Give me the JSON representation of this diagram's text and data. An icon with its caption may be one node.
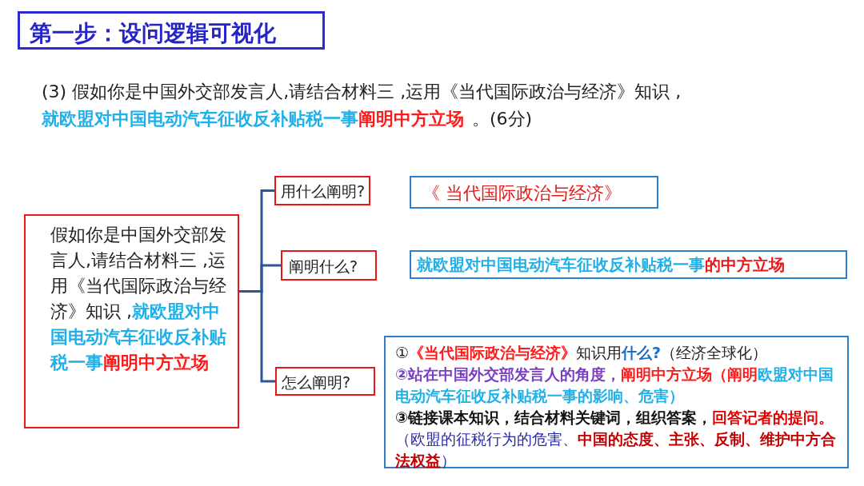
{
  "diagram": {
    "title": "第一步：设问逻辑可视化",
    "nodes": [
      {
        "text": [
          "假如你是中国外交部发言人,请结合材料三 ,运用《当代国际政治与经济》知识 ,",
          "就欧盟对中国电动汽车征收反补贴税一事",
          "阐明中方立场"
        ]
      },
      {
        "text": [
          "用什么阐明?"
        ]
      },
      {
        "text": [
          "《 当代国际政治与经济》"
        ]
      },
      {
        "text": [
          "阐明什么?"
        ]
      },
      {
        "text": [
          "就欧盟对中国电动汽车征收反补贴税一事",
          "的中方立场"
        ]
      },
      {
        "text": [
          "怎么阐明?"
        ]
      },
      {
        "text": [
          "①",
          "《当代国际政治与经济》",
          "知识用",
          "什么?",
          "（经济全球化）",
          "②站在中国外交部发言人的角度，",
          "阐明中方立场（阐明",
          "欧盟对中国电动汽车征收反补贴税一事的影响、危害）",
          "③链接课本知识，结合材料关键词，组织答案，",
          "回答记者的提问。",
          "（欧盟的征税行为的危害、",
          "中国的态度、主张、反制、维护中方合法权益",
          "）"
        ]
      }
    ],
    "edges": [
      {
        "from": 0,
        "to": 1,
        "arrow": "none"
      },
      {
        "from": 0,
        "to": 3,
        "arrow": "none"
      },
      {
        "from": 0,
        "to": 5,
        "arrow": "none"
      }
    ],
    "labels": [
      "(3) 假如你是中国外交部发言人,请结合材料三 ,运用《当代国际政治与经济》知识 ,",
      "就欧盟对中国电动汽车征收反补贴税一事",
      "阐明中方立场",
      "。(6分)"
    ]
  }
}
